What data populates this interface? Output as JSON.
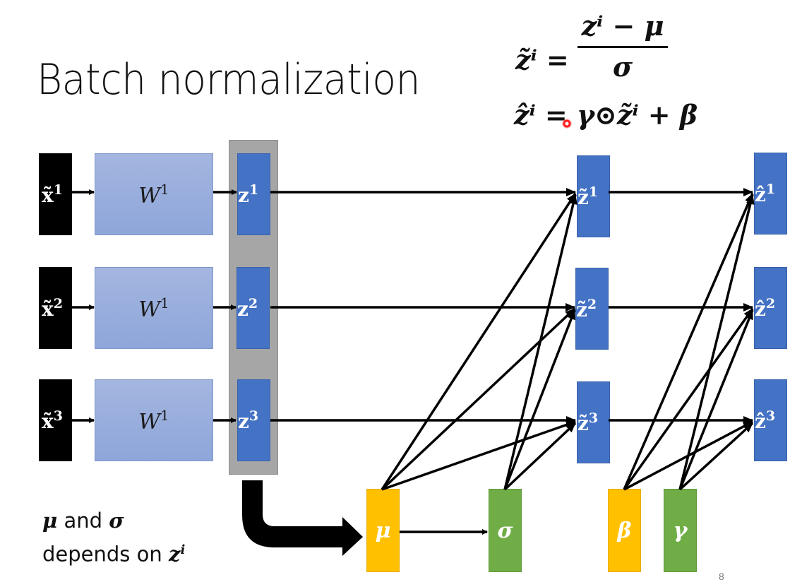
{
  "slide": {
    "title": "Batch normalization",
    "page_number": "8"
  },
  "equations": {
    "eq1_lhs": "z̃ⁱ =",
    "eq1_numerator": "zⁱ − μ",
    "eq1_denominator": "σ",
    "eq2": "ẑⁱ = γ⊙z̃ⁱ + β"
  },
  "inputs": [
    {
      "base": "x̃",
      "sup": "1"
    },
    {
      "base": "x̃",
      "sup": "2"
    },
    {
      "base": "x̃",
      "sup": "3"
    }
  ],
  "weights": [
    {
      "base": "W",
      "sup": "1"
    },
    {
      "base": "W",
      "sup": "1"
    },
    {
      "base": "W",
      "sup": "1"
    }
  ],
  "z": [
    {
      "base": "z",
      "sup": "1"
    },
    {
      "base": "z",
      "sup": "2"
    },
    {
      "base": "z",
      "sup": "3"
    }
  ],
  "z_tilde": [
    {
      "base": "z̃",
      "sup": "1"
    },
    {
      "base": "z̃",
      "sup": "2"
    },
    {
      "base": "z̃",
      "sup": "3"
    }
  ],
  "z_hat": [
    {
      "base": "ẑ",
      "sup": "1"
    },
    {
      "base": "ẑ",
      "sup": "2"
    },
    {
      "base": "ẑ",
      "sup": "3"
    }
  ],
  "stats": {
    "mu": "μ",
    "sigma": "σ",
    "beta": "β",
    "gamma": "γ"
  },
  "note": {
    "mu": "μ",
    "and": " and ",
    "sigma": "σ",
    "line2": "depends on ",
    "z": "z",
    "z_sup": "i"
  },
  "colors": {
    "input_box": "#000000",
    "weight_box": "#9ab0de",
    "z_box": "#4472c4",
    "batch_group": "#a6a6a6",
    "mu_beta_box": "#ffc000",
    "sigma_gamma_box": "#70ad47"
  }
}
